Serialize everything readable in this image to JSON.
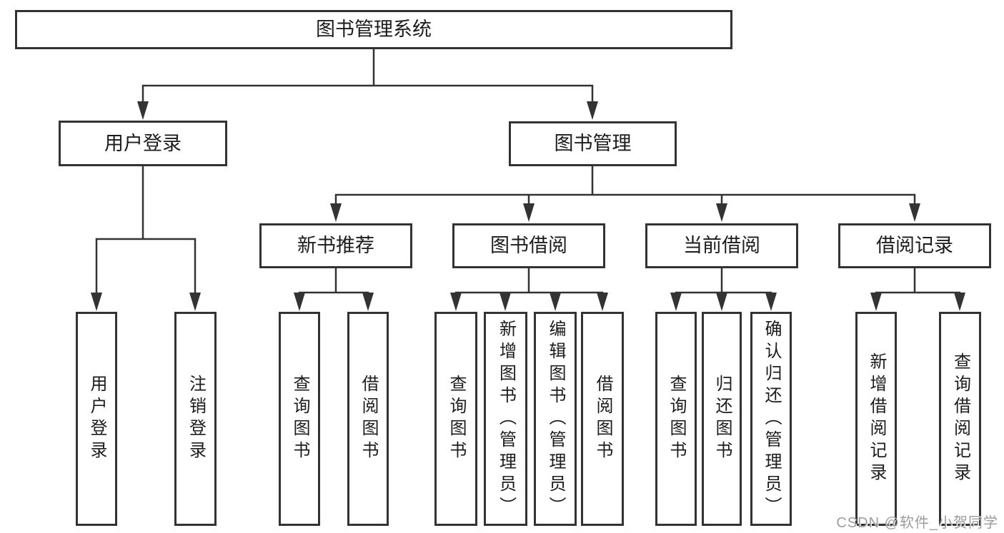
{
  "tree": {
    "label": "图书管理系统",
    "children": [
      {
        "label": "用户登录",
        "children": [
          {
            "label": "用户登录"
          },
          {
            "label": "注销登录"
          }
        ]
      },
      {
        "label": "图书管理",
        "children": [
          {
            "label": "新书推荐",
            "children": [
              {
                "label": "查询图书"
              },
              {
                "label": "借阅图书"
              }
            ]
          },
          {
            "label": "图书借阅",
            "children": [
              {
                "label": "查询图书"
              },
              {
                "label": "新增图书（管理员）"
              },
              {
                "label": "编辑图书（管理员）"
              },
              {
                "label": "借阅图书"
              }
            ]
          },
          {
            "label": "当前借阅",
            "children": [
              {
                "label": "查询图书"
              },
              {
                "label": "归还图书"
              },
              {
                "label": "确认归还（管理员）"
              }
            ]
          },
          {
            "label": "借阅记录",
            "children": [
              {
                "label": "新增借阅记录"
              },
              {
                "label": "查询借阅记录"
              }
            ]
          }
        ]
      }
    ]
  },
  "watermark": {
    "text": "CSDN @软件_小贺同学"
  },
  "colors": {
    "line": "#333333",
    "text": "#1c1c1c",
    "watermark_gray": "#9c9c9c",
    "background": "#ffffff"
  }
}
